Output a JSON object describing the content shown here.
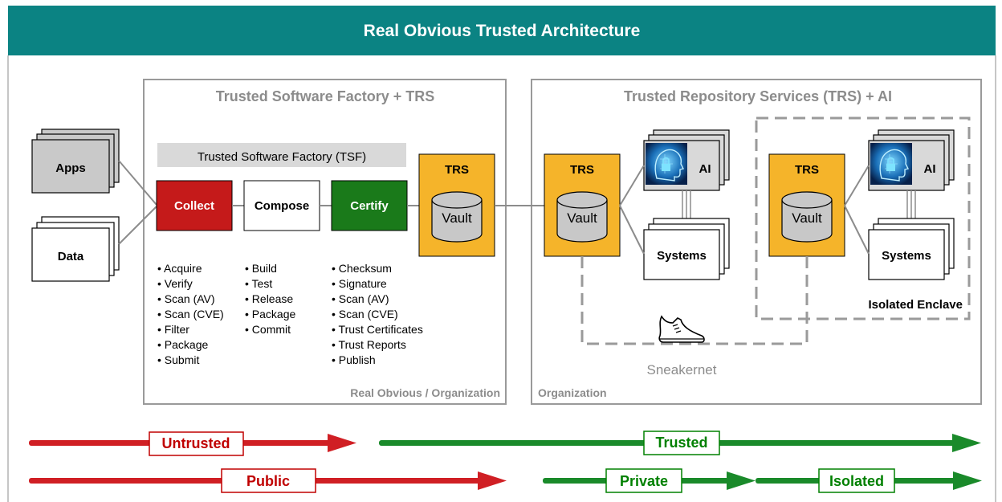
{
  "header": {
    "title": "Real Obvious Trusted Architecture"
  },
  "colors": {
    "teal": "#0b8383",
    "red": "#d01f24",
    "green": "#1a8a2a",
    "orange": "#f5b42a",
    "gray_border": "#8c8c8c",
    "dark_red": "#c00000",
    "dark_green": "#008000"
  },
  "left_section": {
    "title": "Trusted Software Factory  + TRS",
    "corner_label": "Real Obvious / Organization",
    "tsf_banner": "Trusted Software Factory (TSF)",
    "stages": {
      "collect": "Collect",
      "compose": "Compose",
      "certify": "Certify"
    },
    "collect_items": [
      "Acquire",
      "Verify",
      "Scan (AV)",
      "Scan (CVE)",
      "Filter",
      "Package",
      "Submit"
    ],
    "compose_items": [
      "Build",
      "Test",
      "Release",
      "Package",
      "Commit"
    ],
    "certify_items": [
      "Checksum",
      "Signature",
      "Scan (AV)",
      "Scan (CVE)",
      "Trust Certificates",
      "Trust Reports",
      "Publish"
    ]
  },
  "inputs": {
    "apps": "Apps",
    "data": "Data"
  },
  "trs": {
    "label": "TRS",
    "vault": "Vault"
  },
  "right_section": {
    "title": "Trusted Repository Services (TRS) + AI",
    "corner_label": "Organization",
    "ai_label": "AI",
    "systems_label": "Systems",
    "enclave_label": "Isolated Enclave",
    "sneakernet_label": "Sneakernet"
  },
  "arrows": {
    "untrusted": "Untrusted",
    "trusted": "Trusted",
    "public": "Public",
    "private": "Private",
    "isolated": "Isolated"
  },
  "icons": [
    "shoe-icon",
    "ai-head-lock-icon",
    "database-cylinder-icon"
  ]
}
